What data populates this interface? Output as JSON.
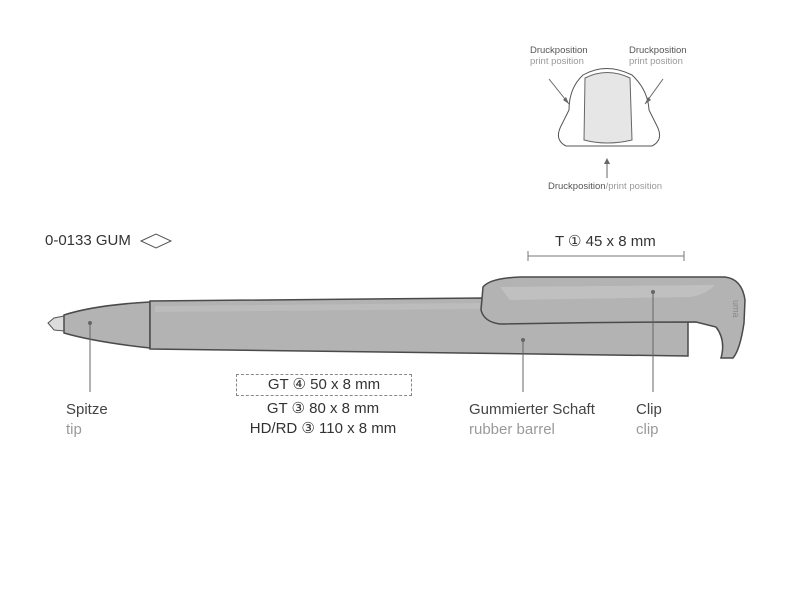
{
  "product": {
    "code": "0-0133 GUM"
  },
  "imprint": {
    "top": "T ① 45 x 8 mm",
    "barrel_lines": [
      "GT ④ 50 x 8 mm",
      "GT ③ 80 x 8 mm",
      "HD/RD ③ 110 x 8 mm"
    ]
  },
  "diagram": {
    "print_left_de": "Druckposition",
    "print_left_en": "print position",
    "print_right_de": "Druckposition",
    "print_right_en": "print position",
    "print_bottom_de": "Druckposition",
    "print_bottom_en": "print position",
    "print_bottom_sep": "/"
  },
  "callouts": {
    "tip": {
      "de": "Spitze",
      "en": "tip"
    },
    "barrel": {
      "de": "Gummierter Schaft",
      "en": "rubber barrel"
    },
    "clip": {
      "de": "Clip",
      "en": "clip"
    }
  },
  "clip_logo": "uma",
  "colors": {
    "body": "#b3b3b3",
    "outline": "#4a4a4a",
    "line": "#666666"
  }
}
